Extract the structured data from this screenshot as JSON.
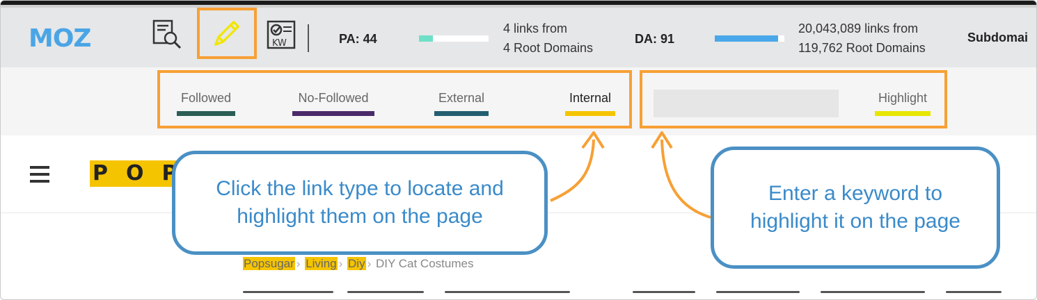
{
  "toolbar": {
    "logo": "MOZ",
    "icons": [
      "page-analysis-icon",
      "highlight-pencil-icon",
      "keyword-checklist-icon"
    ],
    "keyword_icon_text": "KW",
    "pa": {
      "label": "PA: 44",
      "value": 44,
      "bar_color": "#6fe0c8",
      "links_line1": "4 links from",
      "links_line2": "4 Root Domains"
    },
    "da": {
      "label": "DA: 91",
      "value": 91,
      "bar_color": "#4aa8ea",
      "links_line1": "20,043,089 links from",
      "links_line2": "119,762 Root Domains"
    },
    "subdomain_label": "Subdomai"
  },
  "link_types": {
    "followed": {
      "label": "Followed",
      "color": "#2b5e55"
    },
    "nofollowed": {
      "label": "No-Followed",
      "color": "#4a2a6a"
    },
    "external": {
      "label": "External",
      "color": "#235d70"
    },
    "internal": {
      "label": "Internal",
      "color": "#f5c400"
    }
  },
  "highlight": {
    "input_value": "",
    "label": "Highlight",
    "color": "#e6e600"
  },
  "site": {
    "logo_text": "POP",
    "breadcrumb": {
      "items": [
        "Popsugar",
        "Living",
        "Diy"
      ],
      "current": "DIY Cat Costumes",
      "separator": "›"
    }
  },
  "callouts": {
    "left_line1": "Click the link type to locate and",
    "left_line2": "highlight them on the page",
    "right_line1": "Enter a keyword to",
    "right_line2": "highlight it on the page"
  },
  "colors": {
    "accent_orange": "#f7a035",
    "callout_blue": "#4a90c4",
    "moz_blue": "#4aa5e6"
  }
}
